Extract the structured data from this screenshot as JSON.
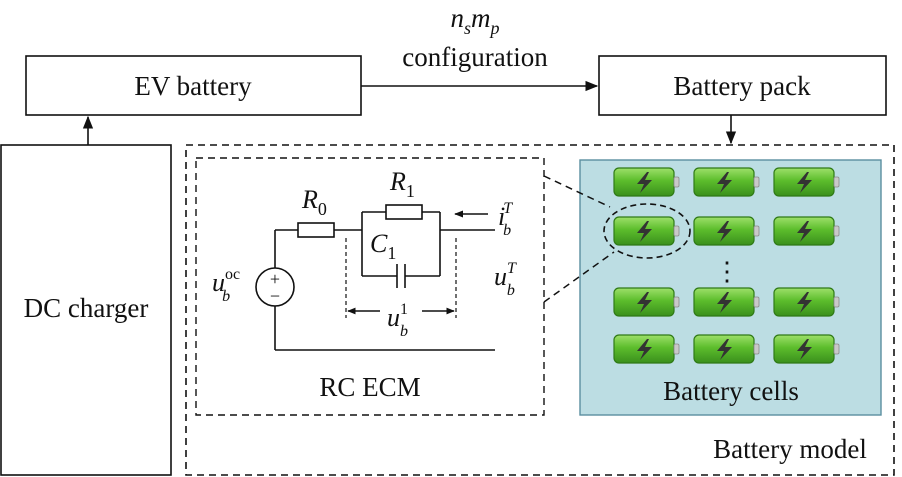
{
  "labels": {
    "ev_battery": "EV battery",
    "battery_pack": "Battery pack",
    "dc_charger": "DC charger",
    "config_ns": "n",
    "config_ns_sub": "s",
    "config_mp": "m",
    "config_mp_sub": "p",
    "config_word": "configuration",
    "rc_ecm": "RC ECM",
    "battery_cells": "Battery cells",
    "battery_model": "Battery model"
  },
  "circuit": {
    "r0": "R",
    "r0_sub": "0",
    "r1": "R",
    "r1_sub": "1",
    "c1": "C",
    "c1_sub": "1",
    "i_T": "i",
    "i_T_sup": "T",
    "i_T_sub": "b",
    "u_T": "u",
    "u_T_sup": "T",
    "u_T_sub": "b",
    "u_oc": "u",
    "u_oc_sup": "oc",
    "u_oc_sub": "b",
    "u_1": "u",
    "u_1_sup": "1",
    "u_1_sub": "b",
    "plus": "+",
    "minus": "−"
  },
  "colors": {
    "cell_panel_bg": "#bcdde3",
    "cell_panel_border": "#5a8fa0",
    "cell_green": "#6cc43a",
    "cell_green_dark": "#3f8f1f"
  },
  "cells": {
    "rows_shown": 4,
    "cols": 3,
    "ellipsis": "⋮",
    "highlighted": "row 2, col 1"
  }
}
